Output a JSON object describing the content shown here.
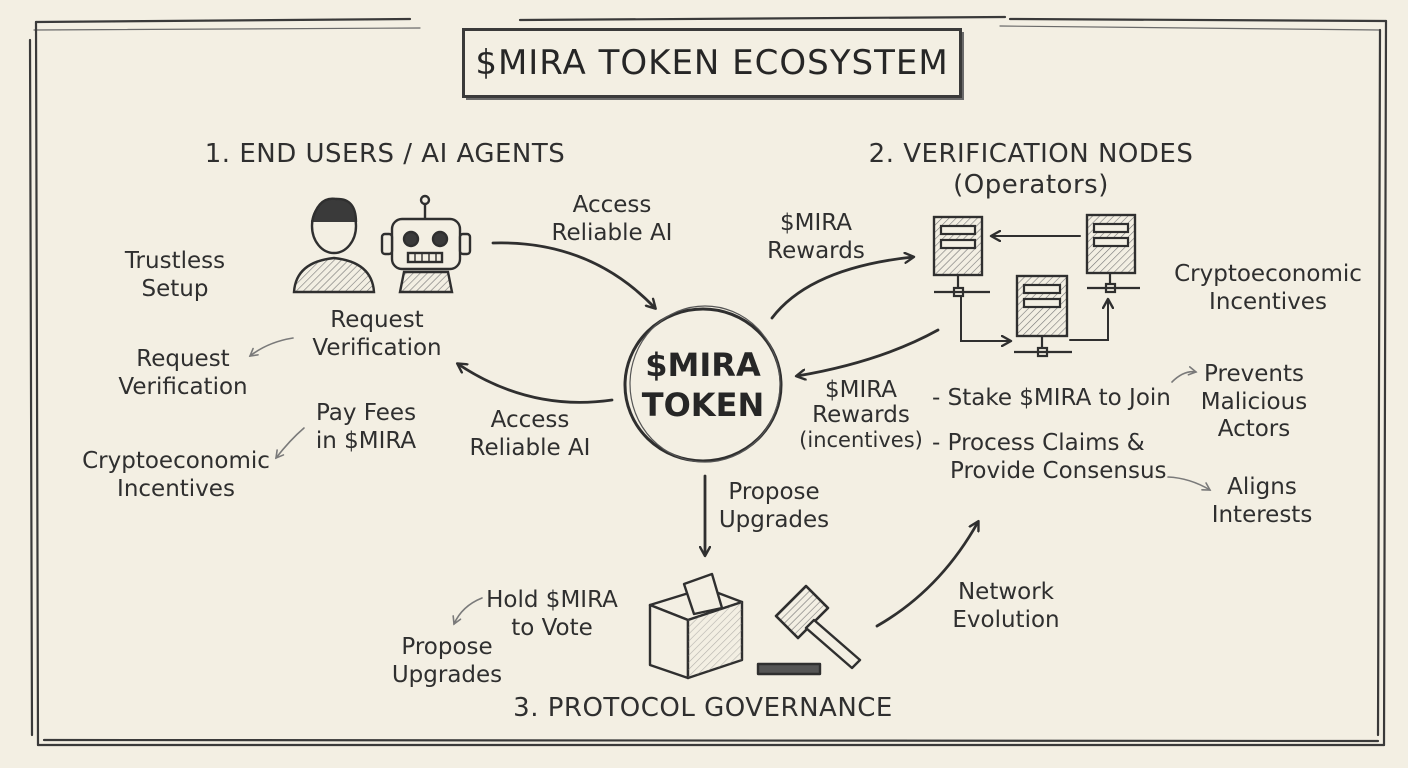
{
  "title": "$MIRA TOKEN ECOSYSTEM",
  "token": {
    "line1": "$MIRA",
    "line2": "TOKEN"
  },
  "sections": {
    "end_users": "1. END USERS / AI AGENTS",
    "nodes": {
      "line1": "2. VERIFICATION NODES",
      "line2": "(Operators)"
    },
    "governance": "3. PROTOCOL GOVERNANCE"
  },
  "labels": {
    "access_top": [
      "Access",
      "Reliable AI"
    ],
    "rewards_top": [
      "$MIRA",
      "Rewards"
    ],
    "trustless": [
      "Trustless",
      "Setup"
    ],
    "request_center": [
      "Request",
      "Verification"
    ],
    "request_left": [
      "Request",
      "Verification"
    ],
    "pay_fees": [
      "Pay Fees",
      "in $MIRA"
    ],
    "crypto_left": [
      "Cryptoeconomic",
      "Incentives"
    ],
    "access_bottom": [
      "Access",
      "Reliable AI"
    ],
    "rewards_bottom": [
      "$MIRA",
      "Rewards",
      "(incentives)"
    ],
    "crypto_right": [
      "Cryptoeconomic",
      "Incentives"
    ],
    "stake": "- Stake $MIRA to Join",
    "process": [
      "- Process Claims &",
      "Provide Consensus"
    ],
    "prevents": [
      "Prevents",
      "Malicious",
      "Actors"
    ],
    "aligns": [
      "Aligns",
      "Interests"
    ],
    "propose_arrow": [
      "Propose",
      "Upgrades"
    ],
    "hold": [
      "Hold $MIRA",
      "to Vote"
    ],
    "propose_left": [
      "Propose",
      "Upgrades"
    ],
    "network": [
      "Network",
      "Evolution"
    ]
  },
  "icons": [
    "person-icon",
    "robot-icon",
    "server-icon",
    "ballot-box-icon",
    "gavel-icon"
  ],
  "colors": {
    "background": "#f3efe3",
    "ink": "#2f2f2f"
  }
}
